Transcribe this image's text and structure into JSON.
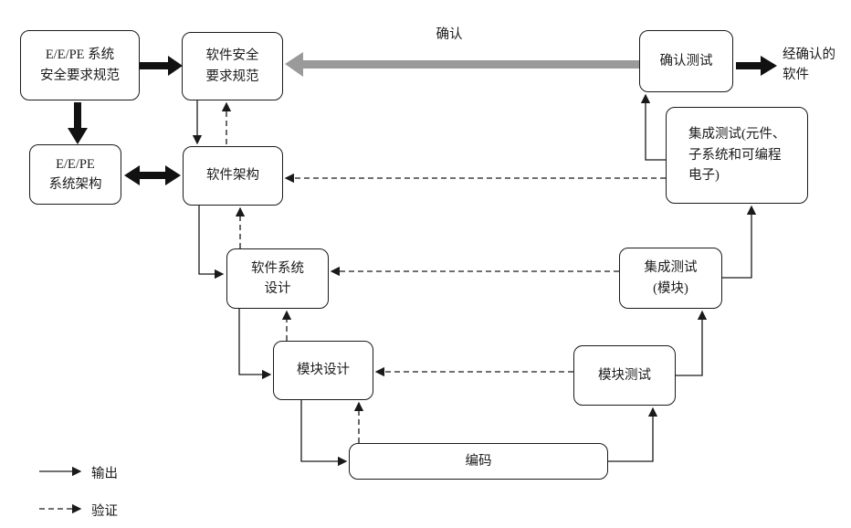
{
  "diagram": {
    "kind": "v-model-software-safety-lifecycle",
    "nodes": {
      "eepe_srs": "E/E/PE 系统\n安全要求规范",
      "sw_srs": "软件安全\n要求规范",
      "eepe_arch": "E/E/PE\n系统架构",
      "sw_arch": "软件架构",
      "sw_sys_design": "软件系统\n设计",
      "module_design": "模块设计",
      "coding": "编码",
      "module_test": "模块测试",
      "integration_test_module": "集成测试\n(模块)",
      "integration_test_pe": "集成测试(元件、\n子系统和可编程\n电子)",
      "validation_test": "确认测试"
    },
    "labels": {
      "validation_arrow": "确认",
      "validated_software": "经确认的\n软件"
    },
    "legend": {
      "output": "输出",
      "verification": "验证"
    },
    "colors": {
      "line": "#1a1a1a",
      "gray_arrow": "#9a9a9a"
    }
  }
}
